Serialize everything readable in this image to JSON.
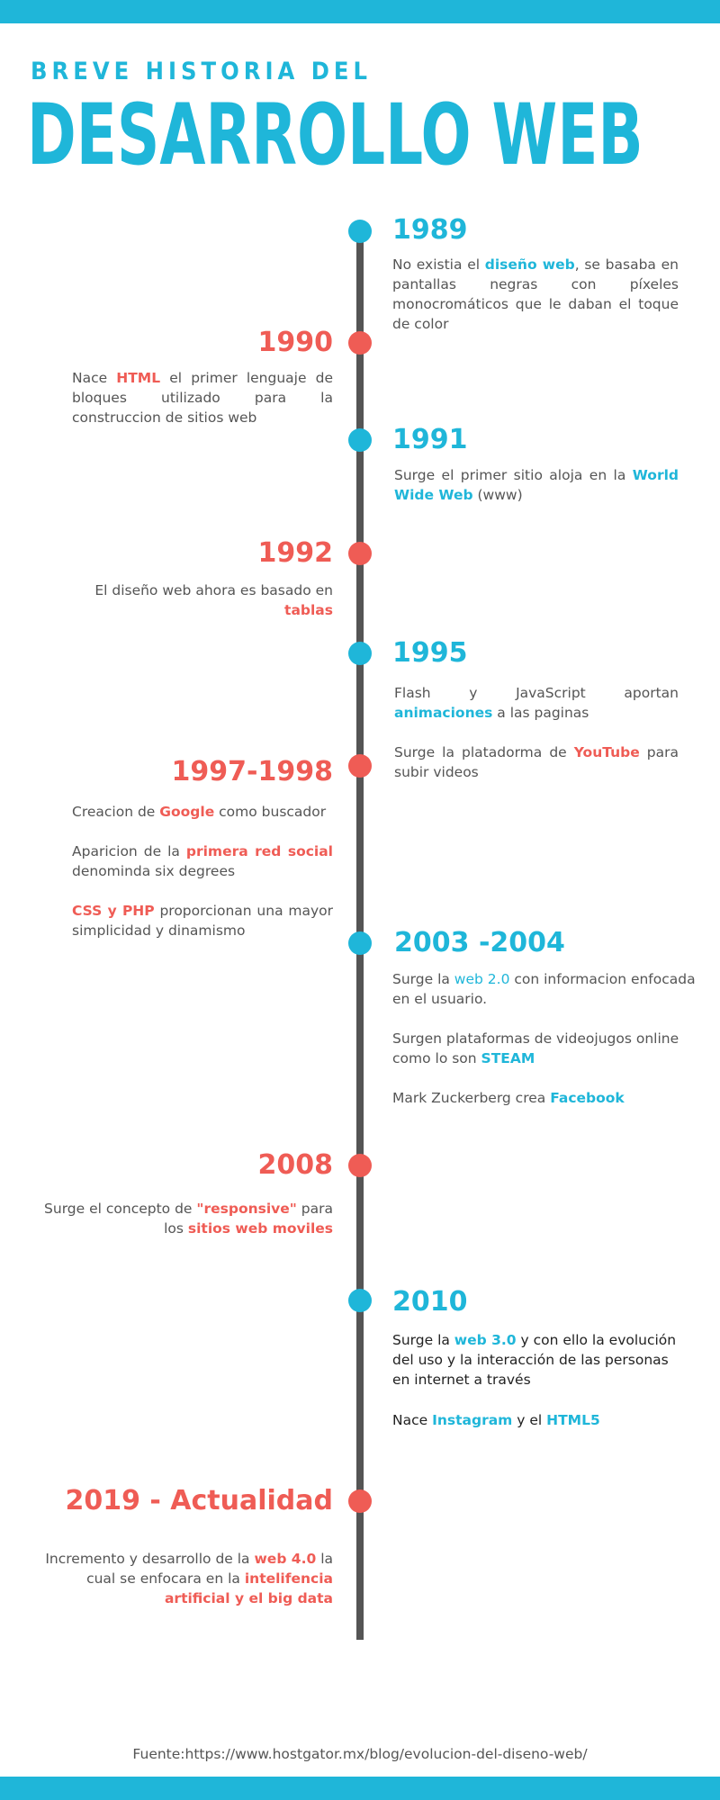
{
  "header": {
    "subtitle": "BREVE HISTORIA DEL",
    "title": "DESARROLLO WEB"
  },
  "colors": {
    "accent_blue": "#1fb6d9",
    "accent_red": "#ef5c55",
    "line": "#555555"
  },
  "events": {
    "e1989": {
      "year": "1989",
      "t1": "No existia el ",
      "h1": "diseño web",
      "t2": ", se basaba en pantallas negras con píxeles monocromáticos que le daban el toque de color"
    },
    "e1990": {
      "year": "1990",
      "t1": "Nace ",
      "h1": "HTML",
      "t2": " el primer lenguaje de bloques utilizado para la construccion de sitios web"
    },
    "e1991": {
      "year": "1991",
      "t1": "Surge el primer sitio aloja en la ",
      "h1": "World Wide Web",
      "t2": " (www)"
    },
    "e1992": {
      "year": "1992",
      "t1": "El diseño web ahora es basado en ",
      "h1": "tablas"
    },
    "e1995": {
      "year": "1995",
      "p1_t1": "Flash y JavaScript aportan ",
      "p1_h1": "animaciones",
      "p1_t2": " a las paginas",
      "p2_t1": "Surge la platadorma de ",
      "p2_h1": "YouTube",
      "p2_t2": " para subir videos"
    },
    "e1997": {
      "year": "1997-1998",
      "p1_t1": "Creacion de ",
      "p1_h1": "Google",
      "p1_t2": " como buscador",
      "p2_t1": "Aparicion de la ",
      "p2_h1": "primera red social",
      "p2_t2": " denominda six degrees",
      "p3_h1": "CSS y PHP",
      "p3_t2": " proporcionan una mayor simplicidad y dinamismo"
    },
    "e2003": {
      "year": "2003 -2004",
      "p1_t1": "Surge la ",
      "p1_h1": "web 2.0",
      "p1_t2": " con informacion enfocada en el usuario.",
      "p2_t1": "Surgen plataformas de videojugos online como lo son ",
      "p2_h1": "STEAM",
      "p3_t1": "Mark Zuckerberg crea ",
      "p3_h1": "Facebook"
    },
    "e2008": {
      "year": "2008",
      "t1": "Surge el concepto de ",
      "h1": "\"responsive\"",
      "t2": " para los ",
      "h2": "sitios web moviles"
    },
    "e2010": {
      "year": "2010",
      "p1_t1": "Surge la ",
      "p1_h1": "web 3.0",
      "p1_t2": " y con ello la evolución del uso y la interacción de las personas en internet a través",
      "p2_t1": "Nace ",
      "p2_h1": "Instagram",
      "p2_t2": " y el ",
      "p2_h2": "HTML5"
    },
    "e2019": {
      "year": "2019 - Actualidad",
      "t1": "Incremento y desarrollo de la ",
      "h1": "web 4.0",
      "t2": " la cual se enfocara en la ",
      "h2": "intelifencia artificial y el big data"
    }
  },
  "source": "Fuente:https://www.hostgator.mx/blog/evolucion-del-diseno-web/"
}
